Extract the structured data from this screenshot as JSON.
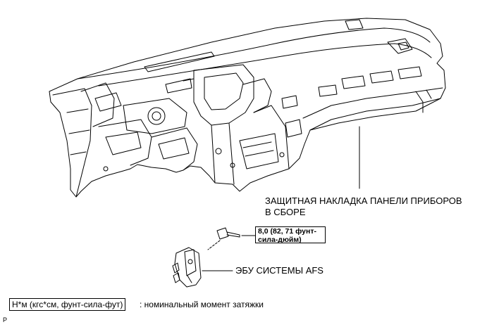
{
  "labels": {
    "panel_line1": "ЗАЩИТНАЯ НАКЛАДКА ПАНЕЛИ ПРИБОРОВ",
    "panel_line2": "В СБОРЕ",
    "torque_line1": "8,0 (82, 71 фунт-",
    "torque_line2": "сила-дюйм)",
    "ecu": "ЭБУ СИСТЕМЫ AFS"
  },
  "legend": {
    "unit": "Н*м (кгс*см, фунт-сила-фут)",
    "text": ": номинальный момент затяжки"
  },
  "corner_mark": "P"
}
